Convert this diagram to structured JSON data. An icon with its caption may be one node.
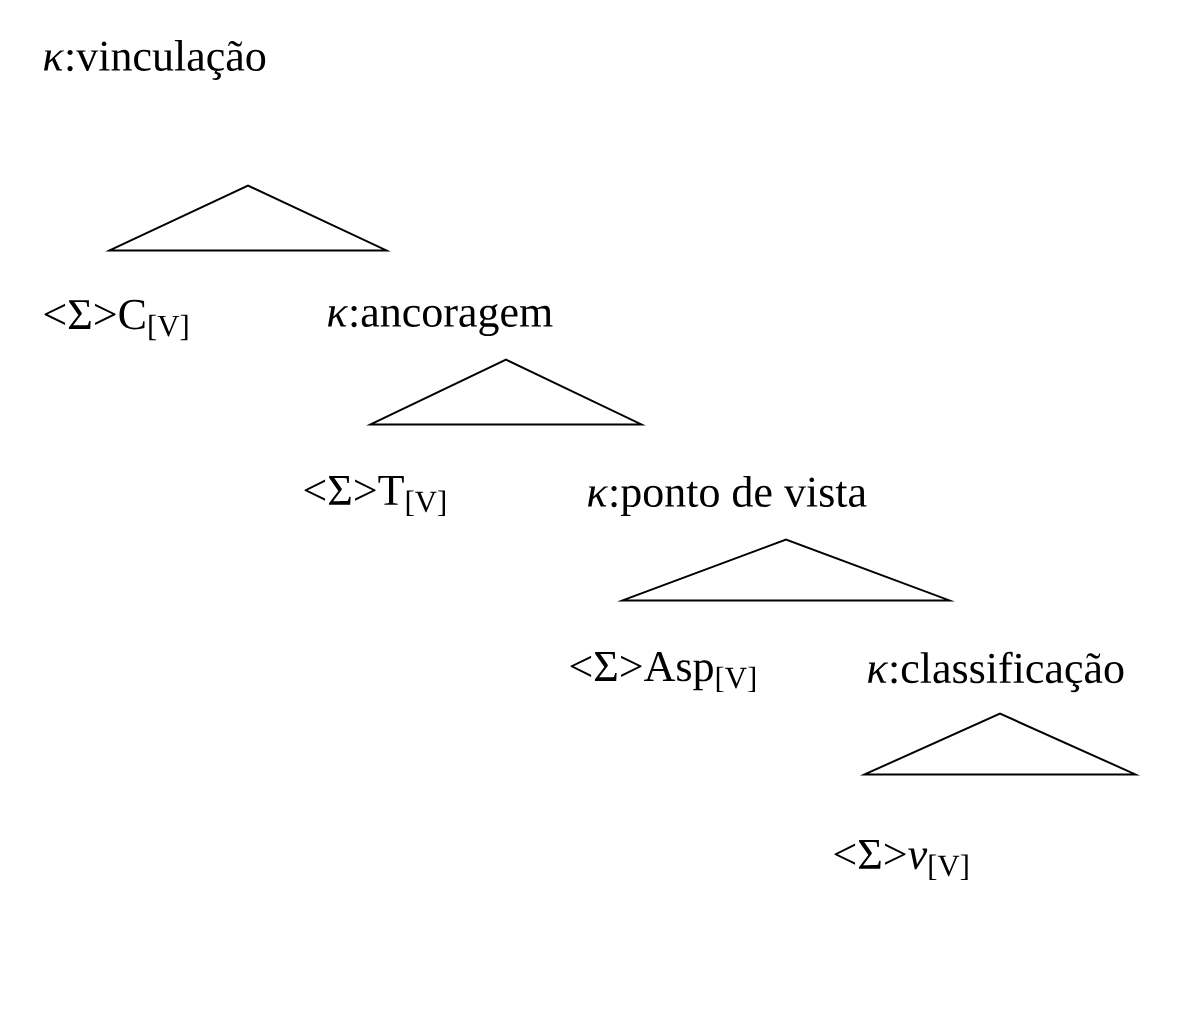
{
  "diagram": {
    "nodes": [
      {
        "text": [
          "*κ*:vinculação"
        ]
      },
      {
        "text": [],
        "shape": "triangle"
      },
      {
        "text": [
          "<Σ>C$_{[V]}$"
        ]
      },
      {
        "text": [
          "*κ*:ancoragem"
        ]
      },
      {
        "text": [],
        "shape": "triangle"
      },
      {
        "text": [
          "<Σ>T$_{[V]}$"
        ]
      },
      {
        "text": [
          "*κ*:ponto de vista"
        ]
      },
      {
        "text": [],
        "shape": "triangle"
      },
      {
        "text": [
          "<Σ>Asp$_{[V]}$"
        ]
      },
      {
        "text": [
          "*κ*:classificação"
        ]
      },
      {
        "text": [],
        "shape": "triangle"
      },
      {
        "text": [
          "<Σ>*v*$_{[V]}$"
        ]
      }
    ]
  }
}
